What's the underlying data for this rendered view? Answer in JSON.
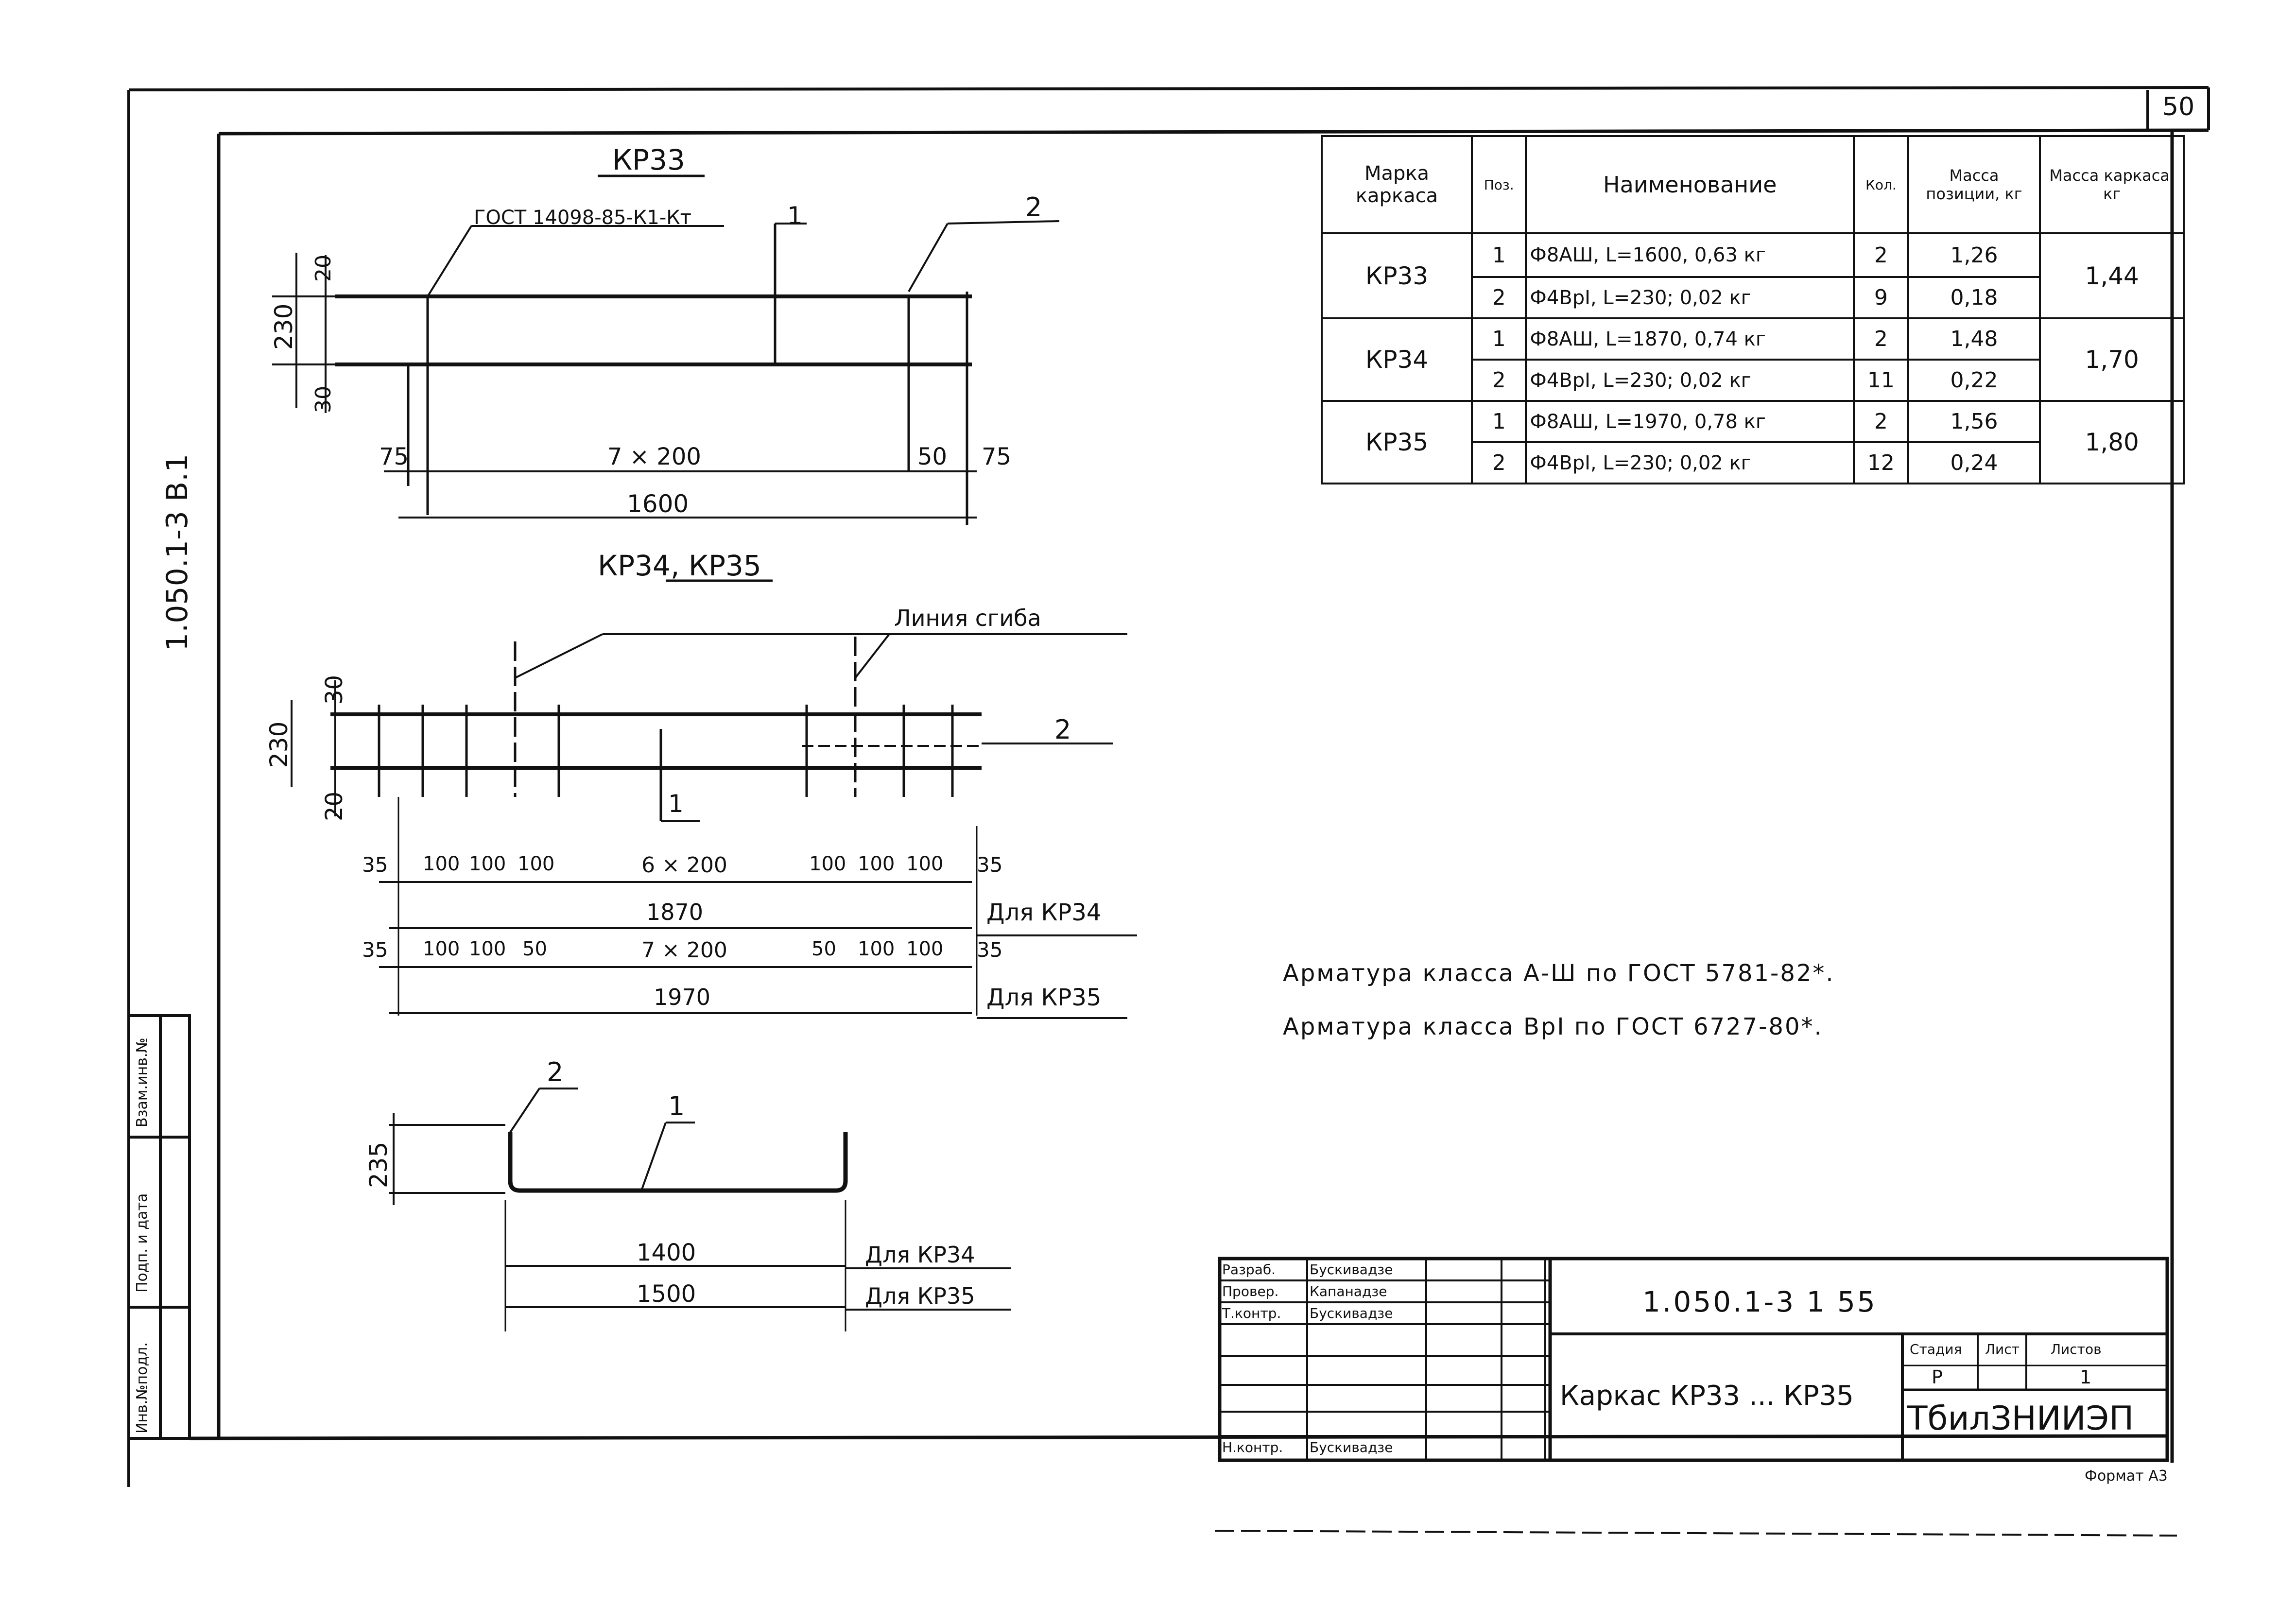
{
  "sheet_number": "50",
  "side_code": "1.050.1-3  В.1",
  "side_columns": [
    "Инв.№подл.",
    "Подп. и дата",
    "Взам.инв.№"
  ],
  "views": {
    "kp33": {
      "title": "КР33",
      "gost_ref": "ГОСТ 14098-85-К1-Кт",
      "pos1": "1",
      "pos2": "2",
      "dim_height": "230",
      "dim_top": "20",
      "dim_bottom": "30",
      "dims_row": [
        "75",
        "7 × 200",
        "50",
        "75"
      ],
      "dim_total": "1600"
    },
    "kp34_35": {
      "title": "КР34, КР35",
      "bend_label": "Линия сгиба",
      "pos1": "1",
      "pos2": "2",
      "dim_height": "230",
      "dim_top": "30",
      "dim_bottom": "20",
      "dims_row_34": [
        "35",
        "100",
        "100",
        "100",
        "6 × 200",
        "100",
        "100",
        "100",
        "35"
      ],
      "total_34": "1870",
      "for_34": "Для КР34",
      "dims_row_35": [
        "35",
        "100",
        "100",
        "50",
        "7 × 200",
        "50",
        "100",
        "100",
        "35"
      ],
      "total_35": "1970",
      "for_35": "Для КР35"
    },
    "bent": {
      "pos1": "1",
      "pos2": "2",
      "dim_height": "235",
      "len_34": "1400",
      "len_35": "1500",
      "for_34": "Для КР34",
      "for_35": "Для КР35"
    }
  },
  "bom": {
    "headers": [
      "Марка каркаса",
      "Поз.",
      "Наименование",
      "Кол.",
      "Масса позиции, кг",
      "Масса каркаса, кг"
    ],
    "groups": [
      {
        "mark": "КР33",
        "total": "1,44",
        "rows": [
          {
            "pos": "1",
            "name": "Ф8АШ, L=1600, 0,63 кг",
            "qty": "2",
            "mass": "1,26"
          },
          {
            "pos": "2",
            "name": "Ф4ВрI, L=230; 0,02 кг",
            "qty": "9",
            "mass": "0,18"
          }
        ]
      },
      {
        "mark": "КР34",
        "total": "1,70",
        "rows": [
          {
            "pos": "1",
            "name": "Ф8АШ, L=1870, 0,74 кг",
            "qty": "2",
            "mass": "1,48"
          },
          {
            "pos": "2",
            "name": "Ф4ВрI, L=230; 0,02 кг",
            "qty": "11",
            "mass": "0,22"
          }
        ]
      },
      {
        "mark": "КР35",
        "total": "1,80",
        "rows": [
          {
            "pos": "1",
            "name": "Ф8АШ, L=1970, 0,78 кг",
            "qty": "2",
            "mass": "1,56"
          },
          {
            "pos": "2",
            "name": "Ф4ВрI, L=230; 0,02 кг",
            "qty": "12",
            "mass": "0,24"
          }
        ]
      }
    ]
  },
  "notes": [
    "Арматура класса А-Ш по ГОСТ 5781-82*.",
    "Арматура класса ВрI по ГОСТ 6727-80*."
  ],
  "title_block": {
    "doc_code": "1.050.1-3  1  55",
    "title": "Каркас КР33 ... КР35",
    "org": "ТбилЗНИИЭП",
    "stage_header": "Стадия",
    "sheet_header": "Лист",
    "sheets_header": "Листов",
    "stage": "Р",
    "sheets": "1",
    "staff": [
      {
        "role": "Разраб.",
        "name": "Бускивадзе"
      },
      {
        "role": "Провер.",
        "name": "Капанадзе"
      },
      {
        "role": "Т.контр.",
        "name": "Бускивадзе"
      },
      {
        "role": "Н.контр.",
        "name": "Бускивадзе"
      }
    ],
    "format": "Формат А3"
  }
}
